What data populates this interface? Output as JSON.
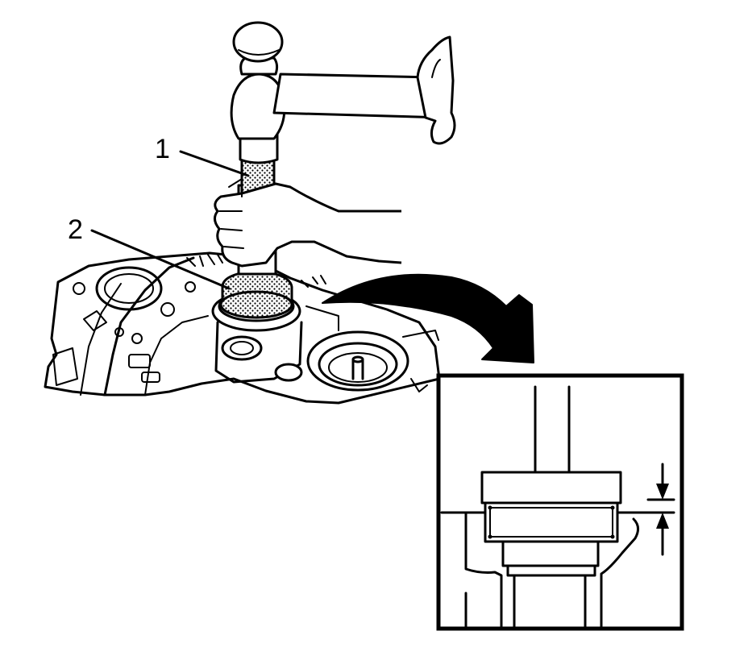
{
  "callouts": [
    {
      "label": "1",
      "refers_to": "installer-tool"
    },
    {
      "label": "2",
      "refers_to": "seal"
    }
  ],
  "colors": {
    "ink": "#000000",
    "paper": "#ffffff"
  }
}
